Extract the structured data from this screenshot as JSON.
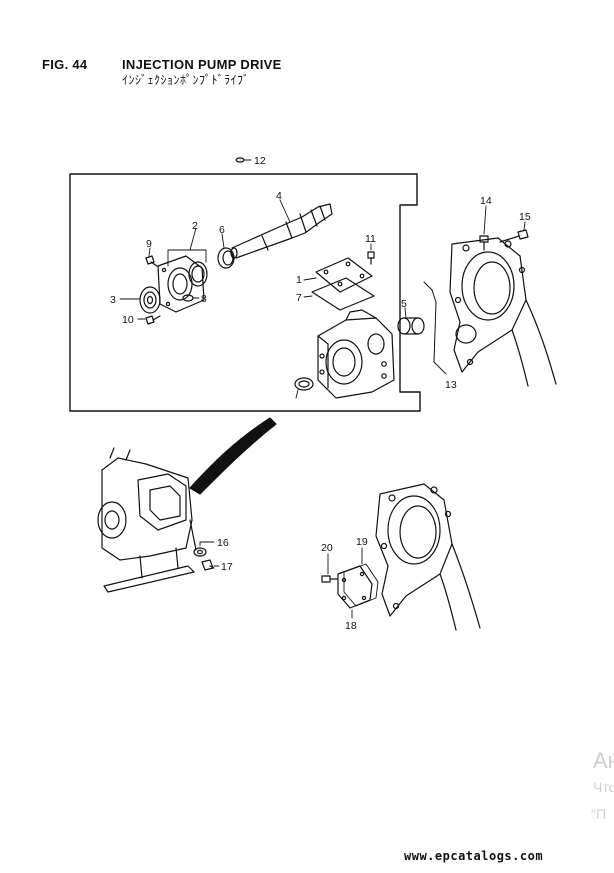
{
  "header": {
    "figure_number": "FIG. 44",
    "title": "INJECTION PUMP DRIVE",
    "subtitle": "ｲﾝｼﾞｪｸｼｮﾝﾎﾟﾝﾌﾟﾄﾞﾗｲﾌﾞ"
  },
  "callouts": [
    "1",
    "2",
    "3",
    "4",
    "5",
    "6",
    "7",
    "8",
    "9",
    "10",
    "11",
    "12",
    "13",
    "14",
    "15",
    "16",
    "17",
    "18",
    "19",
    "20"
  ],
  "watermark": {
    "line1": "Ан",
    "line2": "Что",
    "line3": "\"П"
  },
  "footer": {
    "site": "www.epcatalogs.com"
  }
}
